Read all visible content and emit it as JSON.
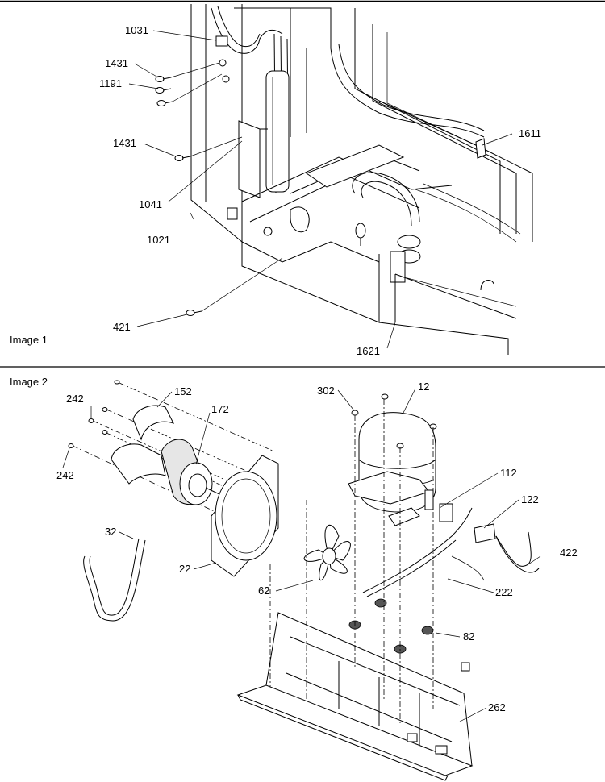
{
  "panels": [
    {
      "title": "Image 1",
      "callouts": [
        "1031",
        "1431",
        "1191",
        "1431",
        "1041",
        "1021",
        "1611",
        "421",
        "1621"
      ]
    },
    {
      "title": "Image 2",
      "callouts": [
        "152",
        "242",
        "172",
        "242",
        "302",
        "12",
        "112",
        "122",
        "32",
        "22",
        "422",
        "62",
        "222",
        "82",
        "262"
      ]
    }
  ]
}
